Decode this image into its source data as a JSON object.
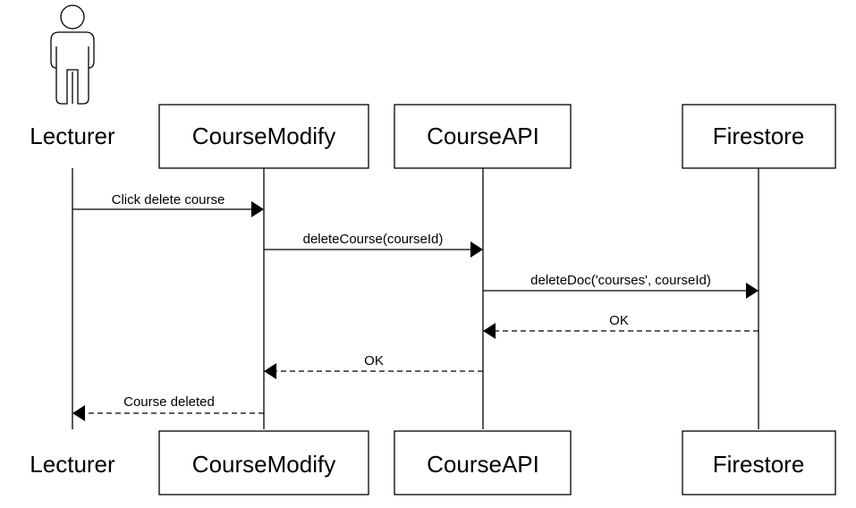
{
  "diagram": {
    "type": "sequence",
    "participants": [
      {
        "id": "lecturer",
        "label": "Lecturer",
        "kind": "actor"
      },
      {
        "id": "coursemodify",
        "label": "CourseModify",
        "kind": "box"
      },
      {
        "id": "courseapi",
        "label": "CourseAPI",
        "kind": "box"
      },
      {
        "id": "firestore",
        "label": "Firestore",
        "kind": "box"
      }
    ],
    "messages": [
      {
        "from": "lecturer",
        "to": "coursemodify",
        "label": "Click delete course",
        "style": "solid"
      },
      {
        "from": "coursemodify",
        "to": "courseapi",
        "label": "deleteCourse(courseId)",
        "style": "solid"
      },
      {
        "from": "courseapi",
        "to": "firestore",
        "label": "deleteDoc('courses', courseId)",
        "style": "solid"
      },
      {
        "from": "firestore",
        "to": "courseapi",
        "label": "OK",
        "style": "dashed"
      },
      {
        "from": "courseapi",
        "to": "coursemodify",
        "label": "OK",
        "style": "dashed"
      },
      {
        "from": "coursemodify",
        "to": "lecturer",
        "label": "Course deleted",
        "style": "dashed"
      }
    ]
  }
}
